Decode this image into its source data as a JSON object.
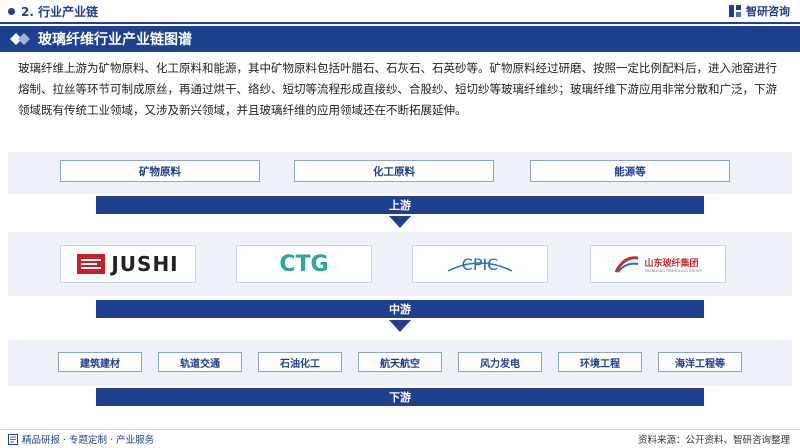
{
  "header": {
    "section": "2. 行业产业链",
    "brand": "智研咨询"
  },
  "title": "玻璃纤维行业产业链图谱",
  "intro": "玻璃纤维上游为矿物原料、化工原料和能源，其中矿物原料包括叶腊石、石灰石、石英砂等。矿物原料经过研磨、按照一定比例配料后，进入池窑进行熔制、拉丝等环节可制成原丝，再通过烘干、络纱、短切等流程形成直接纱、合股纱、短切纱等玻璃纤维纱；玻璃纤维下游应用非常分散和广泛，下游领域既有传统工业领域，又涉及新兴领域，并且玻璃纤维的应用领域还在不断拓展延伸。",
  "upstream": {
    "label": "上游",
    "items": [
      "矿物原料",
      "化工原料",
      "能源等"
    ]
  },
  "midstream": {
    "label": "中游",
    "logos": {
      "jushi": "JUSHI",
      "ctg": "CTG",
      "cpic": "CPIC",
      "sd_cn": "山东玻纤集团",
      "sd_en": "SHANDONG FIBERGLASS GROUP"
    }
  },
  "downstream": {
    "label": "下游",
    "items": [
      "建筑建材",
      "轨道交通",
      "石油化工",
      "航天航空",
      "风力发电",
      "环境工程",
      "海洋工程等"
    ]
  },
  "footer": {
    "left": "精品研报 · 专题定制 · 产业服务",
    "source": "资料来源：公开资料、智研咨询整理"
  },
  "colors": {
    "primary": "#1f3f8f",
    "band": "#eef2f8",
    "jushi_red": "#c8202b",
    "ctg_green": "#2aa89a",
    "cpic_blue": "#2a6cc4"
  }
}
